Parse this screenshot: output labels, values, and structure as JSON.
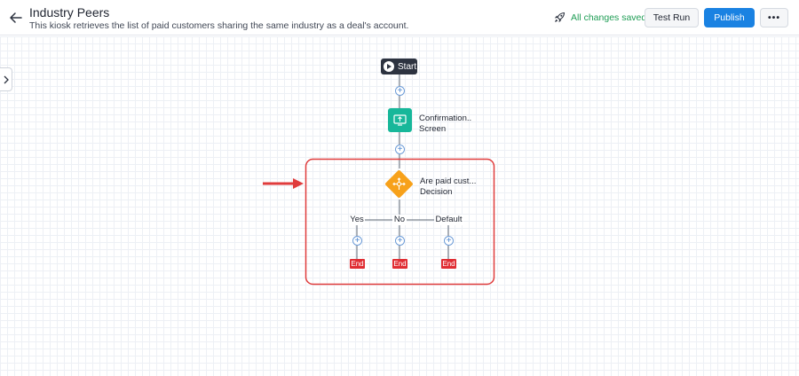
{
  "header": {
    "title": "Industry Peers",
    "subtitle": "This kiosk retrieves the list of paid customers sharing the same industry as a deal's account.",
    "saved_status": "All changes saved",
    "test_run_label": "Test Run",
    "publish_label": "Publish",
    "more_label": "•••"
  },
  "flow": {
    "start_label": "Start",
    "screen_node": {
      "title": "Confirmation..",
      "type": "Screen"
    },
    "decision_node": {
      "title": "Are paid cust...",
      "type": "Decision"
    },
    "branches": [
      {
        "label": "Yes",
        "end_label": "End"
      },
      {
        "label": "No",
        "end_label": "End"
      },
      {
        "label": "Default",
        "end_label": "End"
      }
    ],
    "add_step_symbol": "+"
  },
  "colors": {
    "accent_blue": "#1a82e2",
    "saved_green": "#1f9d55",
    "screen_node": "#17b79a",
    "decision_node": "#f7a11a",
    "end_node": "#e02d33",
    "highlight": "#e03c3c"
  },
  "icons": [
    "back-arrow-icon",
    "rocket-icon",
    "chevron-right-icon",
    "play-icon",
    "screen-icon",
    "decision-icon"
  ]
}
